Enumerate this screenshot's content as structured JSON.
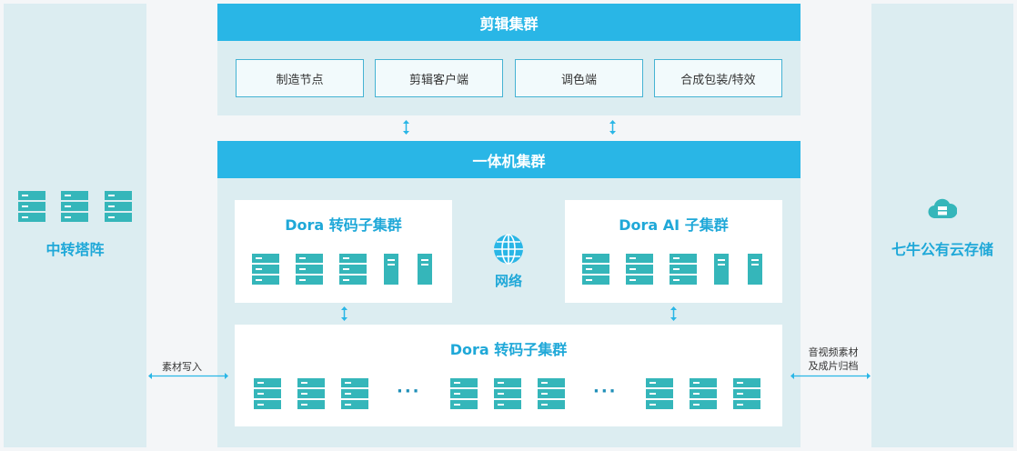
{
  "editing_cluster": {
    "title": "剪辑集群",
    "items": [
      "制造节点",
      "剪辑客户端",
      "调色端",
      "合成包装/特效"
    ]
  },
  "all_in_one_cluster": {
    "title": "一体机集群"
  },
  "dora_transcode_sub": {
    "title": "Dora 转码子集群"
  },
  "dora_ai_sub": {
    "title": "Dora AI 子集群"
  },
  "network": {
    "label": "网络",
    "icon": "globe-icon"
  },
  "dora_transcode_main": {
    "title": "Dora 转码子集群",
    "ellipsis": "···"
  },
  "left_side": {
    "label": "中转塔阵",
    "icon": "server-rack-icon"
  },
  "right_side": {
    "label": "七牛公有云存储",
    "icon": "cloud-storage-icon"
  },
  "left_link": {
    "label": "素材写入"
  },
  "right_link": {
    "label_line1": "音视频素材",
    "label_line2": "及成片归档"
  },
  "colors": {
    "accent": "#29b6e6",
    "server": "#35b6ba",
    "panel": "#dcedf1"
  }
}
